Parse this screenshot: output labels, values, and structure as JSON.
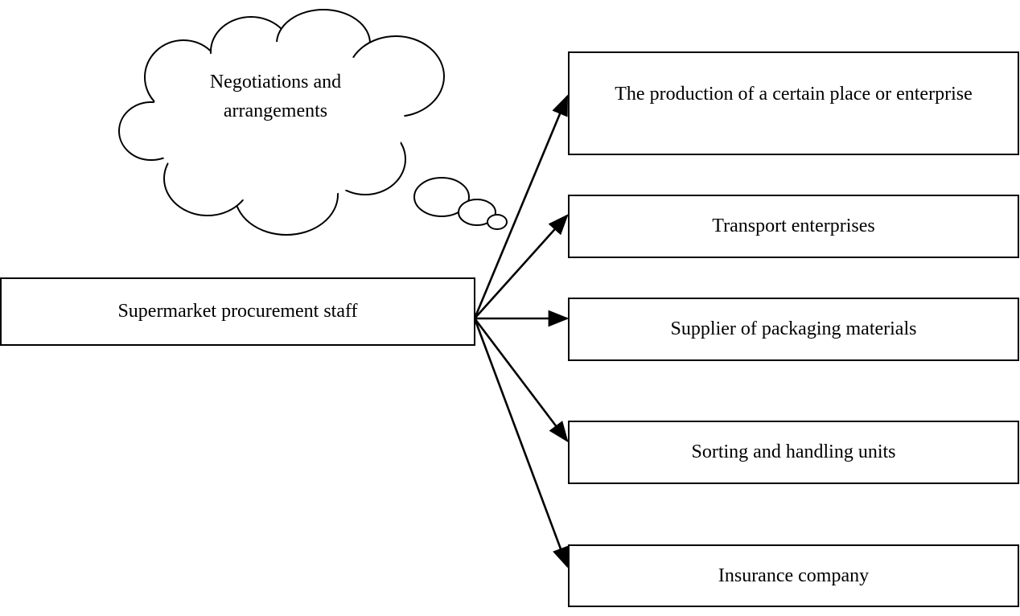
{
  "source": {
    "label": "Supermarket procurement staff"
  },
  "thought_bubble": {
    "lines": [
      "Negotiations and",
      "arrangements"
    ]
  },
  "targets": [
    {
      "label": "The production of a certain place or enterprise"
    },
    {
      "label": "Transport enterprises"
    },
    {
      "label": "Supplier of packaging materials"
    },
    {
      "label": "Sorting and handling units"
    },
    {
      "label": "Insurance company"
    }
  ]
}
